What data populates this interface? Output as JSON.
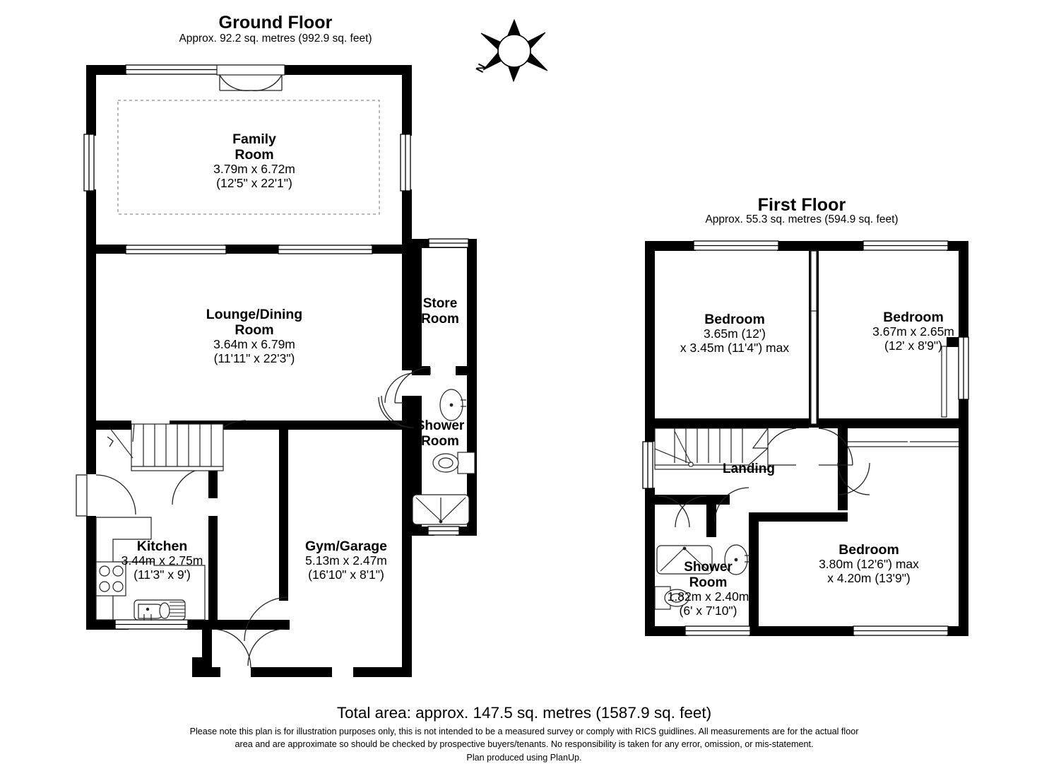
{
  "document": {
    "type": "floor-plan",
    "producer_note": "Plan produced using PlanUp."
  },
  "ground_floor": {
    "title": "Ground Floor",
    "area_line": "Approx. 92.2 sq. metres (992.9 sq. feet)",
    "rooms": [
      {
        "name_line1": "Family",
        "name_line2": "Room",
        "dim_metric": "3.79m x 6.72m",
        "dim_imperial": "(12'5\" x 22'1\")"
      },
      {
        "name_line1": "Lounge/Dining",
        "name_line2": "Room",
        "dim_metric": "3.64m x 6.79m",
        "dim_imperial": "(11'11\" x 22'3\")"
      },
      {
        "name_line1": "Store",
        "name_line2": "Room",
        "dim_metric": "",
        "dim_imperial": ""
      },
      {
        "name_line1": "Shower",
        "name_line2": "Room",
        "dim_metric": "",
        "dim_imperial": ""
      },
      {
        "name_line1": "Kitchen",
        "name_line2": "",
        "dim_metric": "3.44m x 2.75m",
        "dim_imperial": "(11'3\" x 9')"
      },
      {
        "name_line1": "Gym/Garage",
        "name_line2": "",
        "dim_metric": "5.13m x 2.47m",
        "dim_imperial": "(16'10\" x 8'1\")"
      }
    ]
  },
  "first_floor": {
    "title": "First Floor",
    "area_line": "Approx. 55.3 sq. metres (594.9 sq. feet)",
    "rooms": [
      {
        "name_line1": "Bedroom",
        "name_line2": "",
        "dim_metric": "3.65m (12')",
        "dim_imperial": "x 3.45m (11'4\") max"
      },
      {
        "name_line1": "Bedroom",
        "name_line2": "",
        "dim_metric": "3.67m x 2.65m",
        "dim_imperial": "(12' x 8'9\")"
      },
      {
        "name_line1": "Bedroom",
        "name_line2": "",
        "dim_metric": "3.80m (12'6\") max",
        "dim_imperial": "x 4.20m (13'9\")"
      },
      {
        "name_line1": "Shower",
        "name_line2": "Room",
        "dim_metric": "1.82m x 2.40m",
        "dim_imperial": "(6' x 7'10\")"
      },
      {
        "name_line1": "Landing",
        "name_line2": "",
        "dim_metric": "",
        "dim_imperial": ""
      }
    ]
  },
  "compass": {
    "label": "N"
  },
  "footer": {
    "total_area": "Total area: approx. 147.5 sq. metres (1587.9 sq. feet)",
    "disclaimer_line1": "Please note this plan is for illustration purposes only, this is not intended to be a measured survey or comply with RICS guidlines. All measurements are for the actual floor",
    "disclaimer_line2": "area and are approximate so should be checked by prospective buyers/tenants. No responsibility is taken for any error, omission, or mis-statement.",
    "disclaimer_line3": "Plan produced using PlanUp."
  },
  "colors": {
    "wall": "#000000",
    "background": "#ffffff",
    "fixture_line": "#222222",
    "dashed_outline": "#8a8a8a"
  }
}
